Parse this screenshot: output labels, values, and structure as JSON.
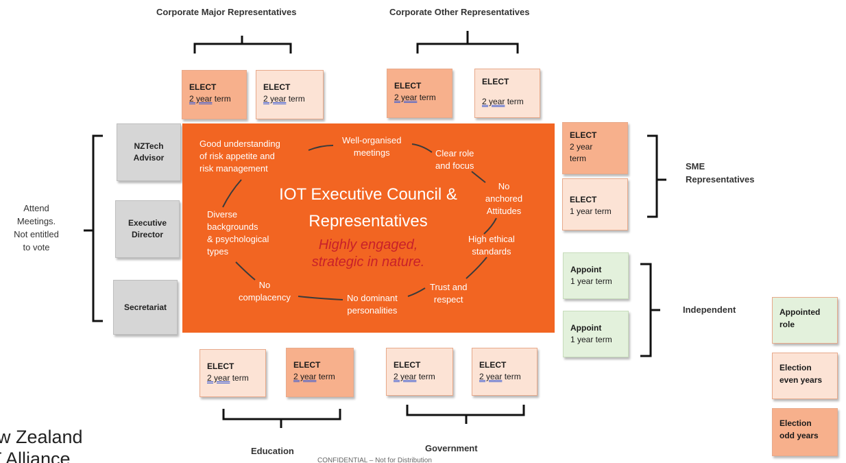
{
  "groups": {
    "corp_major": "Corporate Major Representatives",
    "corp_other": "Corporate Other Representatives",
    "sme": "SME\nRepresentatives",
    "independent": "Independent",
    "education": "Education",
    "government": "Government",
    "attend": "Attend\nMeetings.\nNot entitled\nto vote"
  },
  "boxes": {
    "cm1": {
      "title": "ELECT",
      "prefix": "2 year",
      "suffix": " term"
    },
    "cm2": {
      "title": "ELECT",
      "prefix": "2 year",
      "suffix": " term"
    },
    "co1": {
      "title": "ELECT",
      "prefix": "2 year",
      "suffix": " term"
    },
    "co2": {
      "title": "ELECT",
      "prefix": "2 year",
      "suffix": " term"
    },
    "sme1": {
      "title": "ELECT",
      "line1": "2 year",
      "line2": "term"
    },
    "sme2": {
      "title": "ELECT",
      "line1": "1 year term"
    },
    "ind1": {
      "title": "Appoint",
      "line1": "1 year term"
    },
    "ind2": {
      "title": "Appoint",
      "line1": "1 year term"
    },
    "ed1": {
      "title": "ELECT",
      "prefix": "2 year",
      "suffix": " term"
    },
    "ed2": {
      "title": "ELECT",
      "prefix": "2 year",
      "suffix": " term"
    },
    "gov1": {
      "title": "ELECT",
      "prefix": "2 year",
      "suffix": " term"
    },
    "gov2": {
      "title": "ELECT",
      "prefix": "2 year",
      "suffix": " term"
    }
  },
  "advisors": {
    "nztech": "NZTech\nAdvisor",
    "exec": "Executive\nDirector",
    "secretariat": "Secretariat"
  },
  "council": {
    "title": "IOT Executive Council &\nRepresentatives",
    "tagline": "Highly engaged,\nstrategic in nature.",
    "traits": {
      "risk": "Good understanding\nof risk appetite and\nrisk management",
      "meetings": "Well-organised\nmeetings",
      "role": "Clear role\nand focus",
      "anchored": "No\nanchored\nAttitudes",
      "ethical": "High ethical\nstandards",
      "trust": "Trust and\nrespect",
      "dominant": "No dominant\npersonalities",
      "complacency": "No\ncomplacency",
      "diverse": "Diverse\nbackgrounds\n& psychological\ntypes"
    }
  },
  "legend": {
    "appointed": "Appointed\nrole",
    "even": "Election\neven years",
    "odd": "Election\nodd years"
  },
  "footer": {
    "logo": "w Zealand",
    "logo2": "T Alliance",
    "confidential": "CONFIDENTIAL – Not for Distribution"
  },
  "colors": {
    "council": "#f26522",
    "odd_year": "#f7b08c",
    "even_year": "#fce3d5",
    "appointed": "#e3f1dc",
    "advisor": "#d6d6d6",
    "tagline": "#c8202a"
  }
}
